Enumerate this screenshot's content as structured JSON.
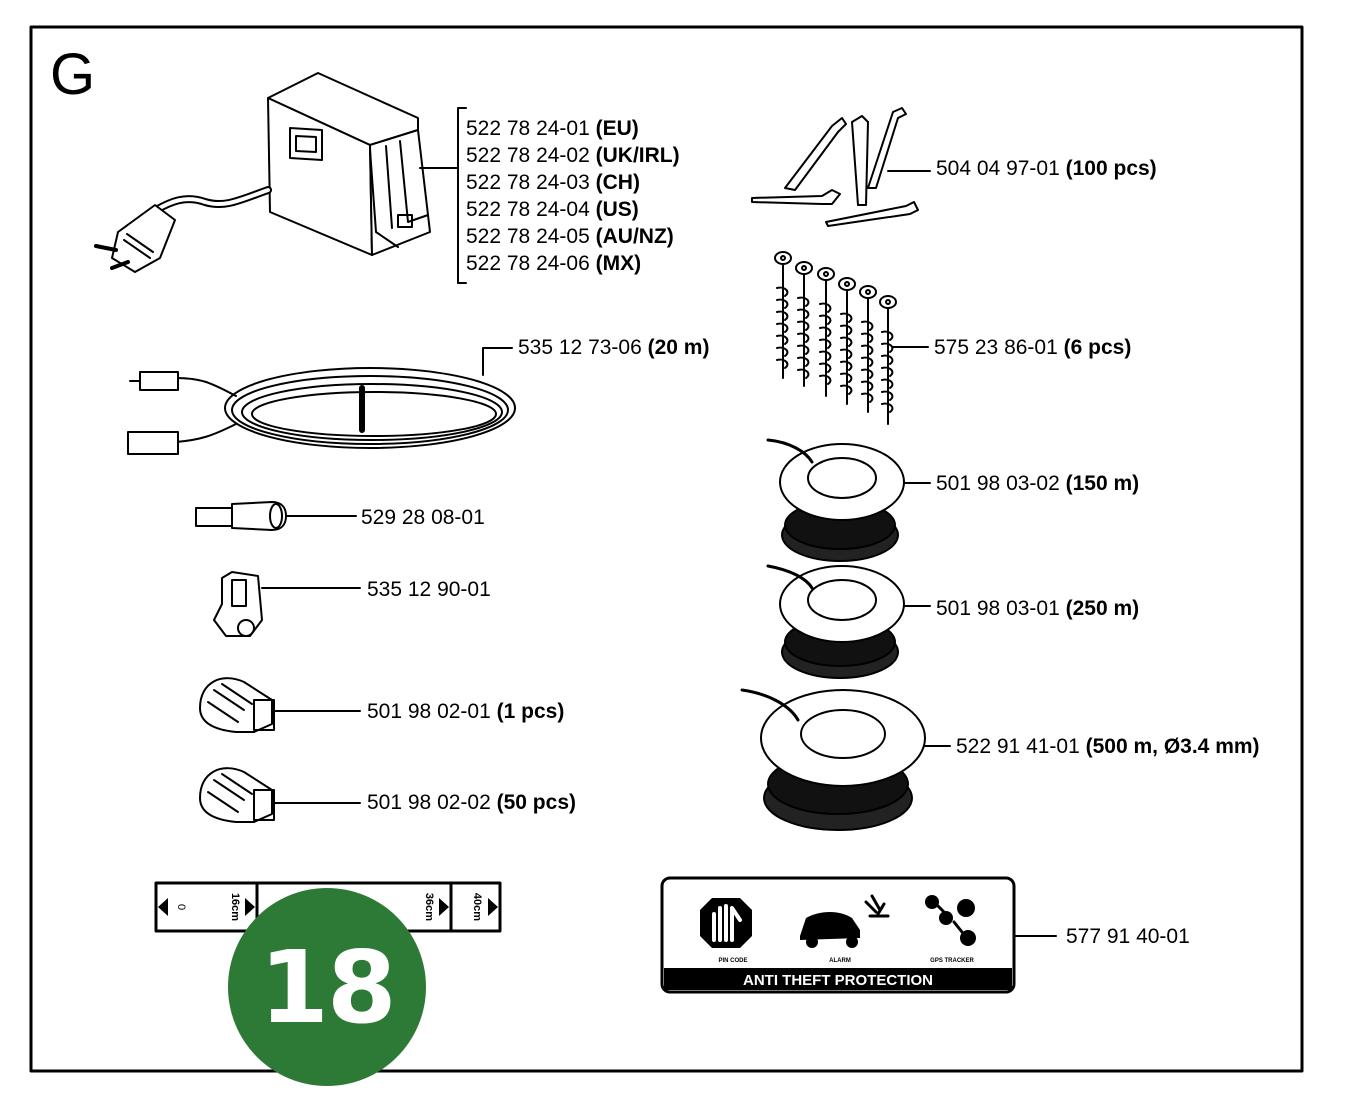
{
  "section_letter": "G",
  "page_badge": "18",
  "parts": [
    {
      "number": "522 78 24-01",
      "detail": "(EU)"
    },
    {
      "number": "522 78 24-02",
      "detail": "(UK/IRL)"
    },
    {
      "number": "522 78 24-03",
      "detail": "(CH)"
    },
    {
      "number": "522 78 24-04",
      "detail": "(US)"
    },
    {
      "number": "522 78 24-05",
      "detail": "(AU/NZ)"
    },
    {
      "number": "522 78 24-06",
      "detail": "(MX)"
    },
    {
      "number": "504 04 97-01",
      "detail": "(100 pcs)"
    },
    {
      "number": "575 23 86-01",
      "detail": "(6 pcs)"
    },
    {
      "number": "535 12 73-06",
      "detail": "(20 m)"
    },
    {
      "number": "529 28 08-01",
      "detail": ""
    },
    {
      "number": "535 12 90-01",
      "detail": ""
    },
    {
      "number": "501 98 02-01",
      "detail": "(1 pcs)"
    },
    {
      "number": "501 98 02-02",
      "detail": "(50 pcs)"
    },
    {
      "number": "501 98 03-02",
      "detail": "(150 m)"
    },
    {
      "number": "501 98 03-01",
      "detail": "(250 m)"
    },
    {
      "number": "522 91 41-01",
      "detail": "(500 m, Ø3.4 mm)"
    },
    {
      "number": "577 91 40-01",
      "detail": ""
    }
  ],
  "sticker": {
    "title": "ANTI THEFT PROTECTION",
    "icon_labels": [
      "PIN CODE",
      "ALARM",
      "GPS TRACKER"
    ],
    "icons": [
      "stop-hand-icon",
      "mower-alarm-icon",
      "gps-tracker-icon"
    ]
  },
  "gauge": {
    "marks": [
      "0",
      "16cm",
      "36cm",
      "40cm"
    ]
  },
  "colors": {
    "badge": "#2d7a36",
    "line": "#000000"
  }
}
